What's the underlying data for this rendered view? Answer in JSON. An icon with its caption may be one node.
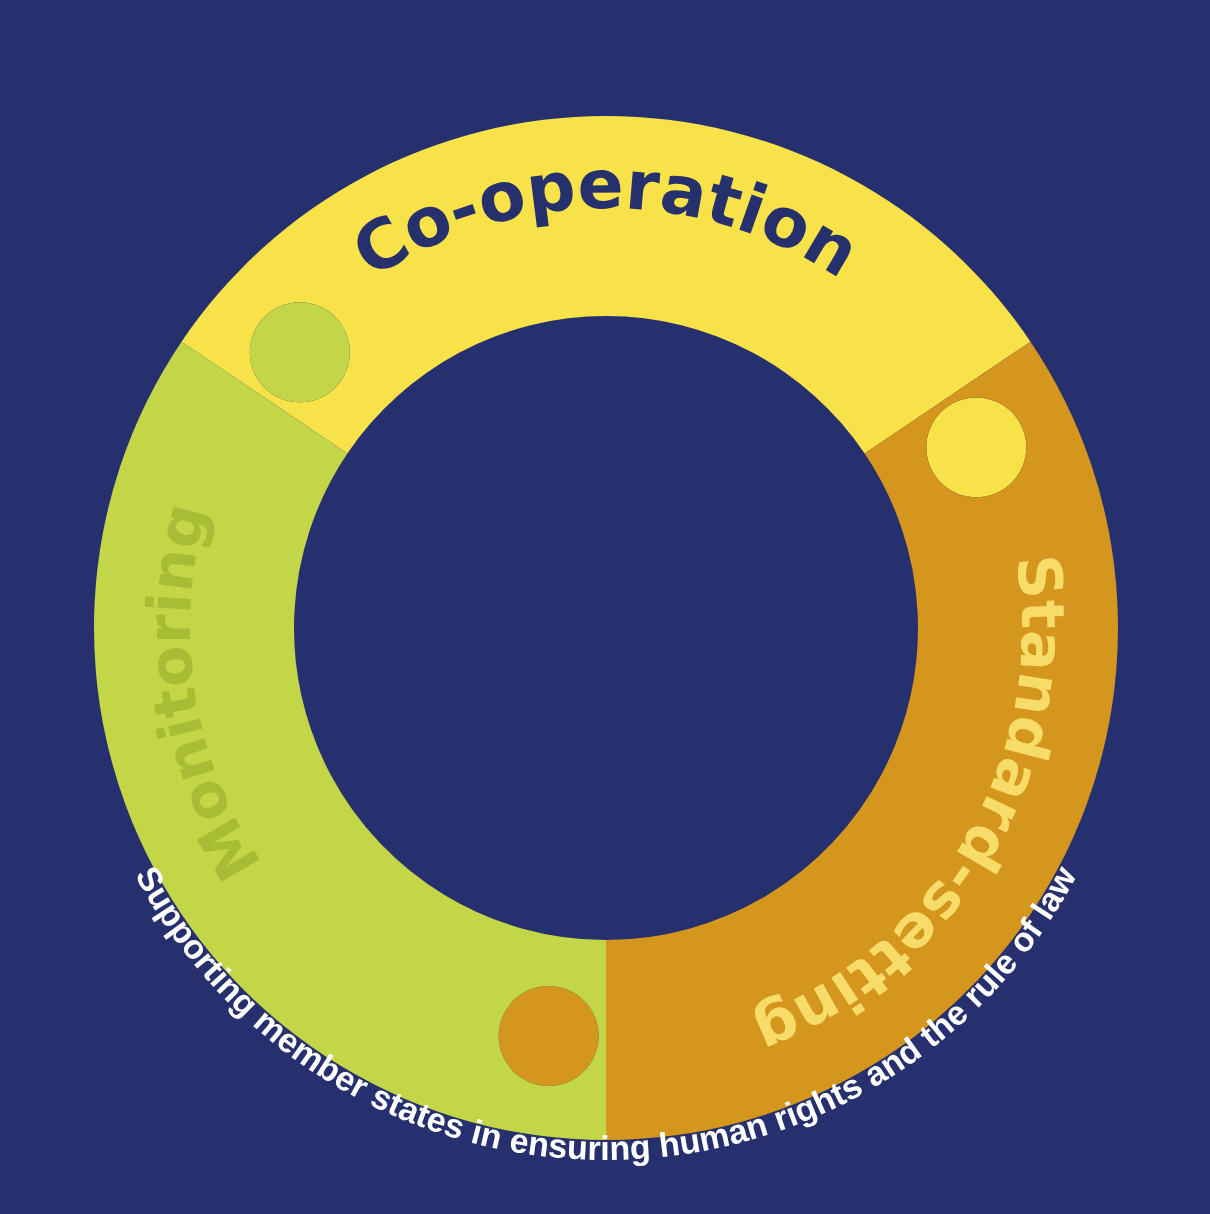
{
  "diagram": {
    "nodes": [
      {
        "text": [
          "Co-operation"
        ]
      },
      {
        "text": [
          "Standard-setting"
        ]
      },
      {
        "text": [
          "Monitoring"
        ]
      }
    ],
    "labels": [
      "Supporting member states in ensuring human rights and the rule of law"
    ]
  }
}
